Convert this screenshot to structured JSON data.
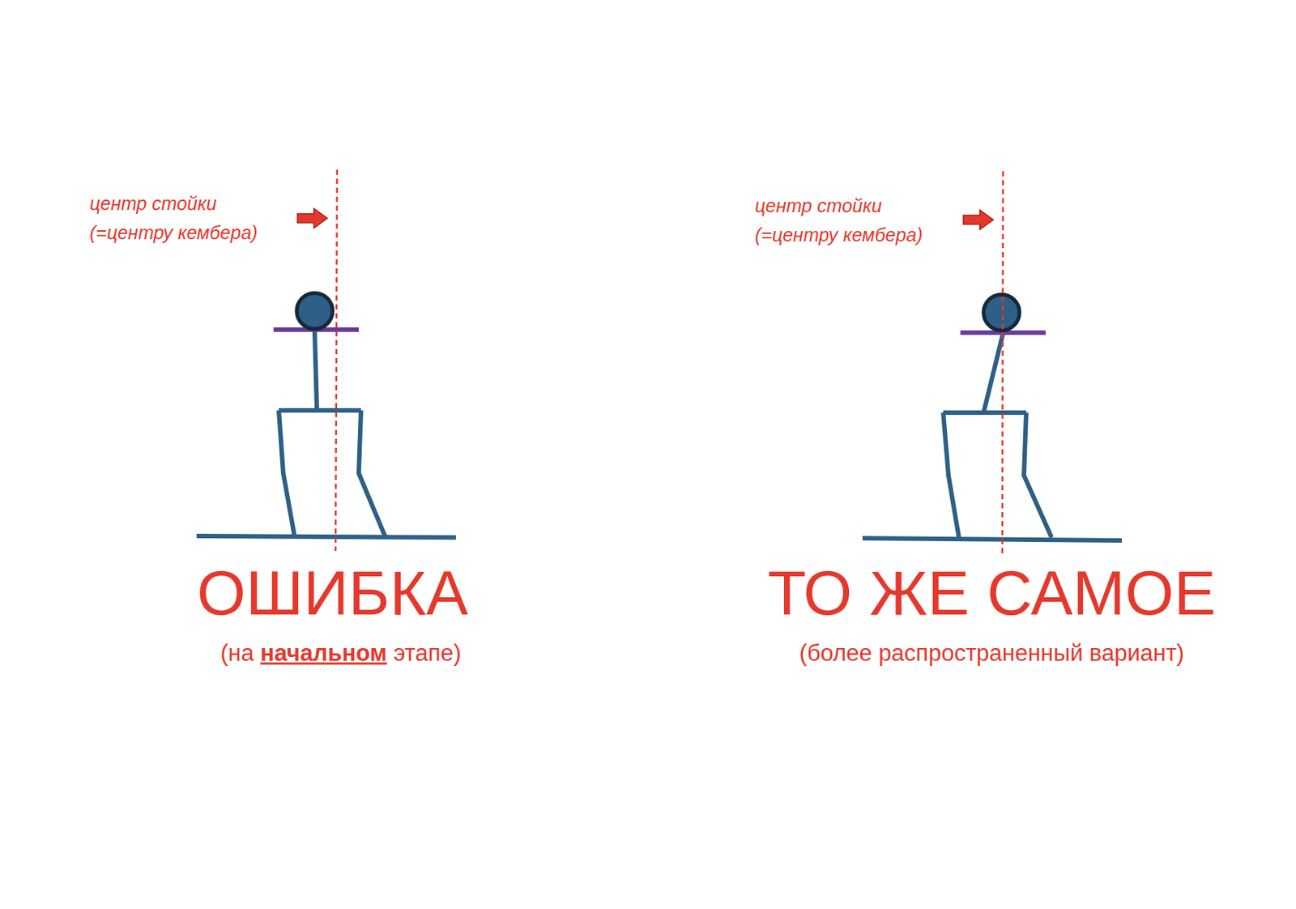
{
  "diagram": {
    "labels": [
      "центр стойки",
      "(=центру кембера)",
      "ОШИБКА",
      "(на",
      "начальном",
      "этапе)",
      "центр стойки",
      "(=центру кембера)",
      "ТО ЖЕ САМОЕ",
      "(более распространенный вариант)"
    ]
  }
}
